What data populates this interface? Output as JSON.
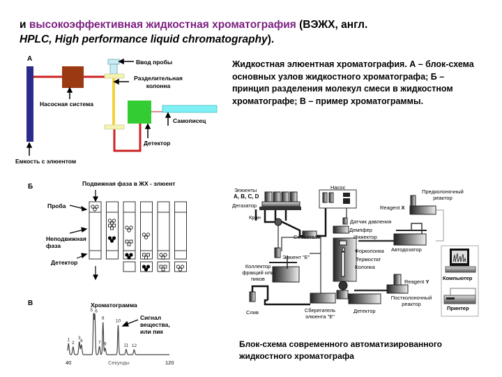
{
  "title": {
    "prefix": "и ",
    "accent_text": "высокоэффективная жидкостная хроматография",
    "suffix": " (ВЭЖХ, англ.",
    "line2_italic": "HPLC, High performance liquid chromatography",
    "line2_end": ").",
    "accent_color": "#7a1f7f"
  },
  "caption_right": "Жидкостная элюентная хроматография. А – блок-схема основных узлов жидкостного хроматографа; Б – принцип разделения молекул смеси в жидкостном хроматографе; В – пример хроматограммы.",
  "caption_bottom": "Блок-схема современного автоматизированного жидкостного хроматографа",
  "panel_a": {
    "letter": "А",
    "labels": {
      "sample_input": "Ввод пробы",
      "column": "Разделительная колонна",
      "pump": "Насосная система",
      "recorder": "Самописец",
      "detector": "Детектор",
      "reservoir": "Емкость с элюентом"
    },
    "colors": {
      "reservoir": "#2b2b8c",
      "pump": "#9b3a12",
      "tubing": "#cc2222",
      "column": "#f2d23a",
      "detector": "#33cc33",
      "recorder": "#7ff0f5",
      "injector": "#c9ecf5",
      "fitting": "#f4f4b0"
    }
  },
  "panel_b": {
    "letter": "Б",
    "header": "Подвижная фаза в ЖХ - элюент",
    "labels": {
      "sample": "Проба",
      "stationary": "Неподвижная фаза",
      "detector": "Детектор"
    },
    "column_count": 6
  },
  "panel_c": {
    "letter": "В",
    "title": "Хроматограмма",
    "annotation": "Сигнал вещества, или пик",
    "x_label": "Секунды",
    "x_min_label": "40",
    "x_max_label": "120"
  },
  "chart_data": {
    "type": "line",
    "title": "Хроматограмма",
    "xlabel": "Секунды",
    "ylabel": "",
    "xlim": [
      40,
      120
    ],
    "ylim": [
      0,
      1
    ],
    "peaks": [
      {
        "label": "1",
        "x": 40.7,
        "height": 0.27
      },
      {
        "label": "2",
        "x": 44.3,
        "height": 0.19
      },
      {
        "label": "3",
        "x": 49.2,
        "height": 0.31
      },
      {
        "label": "4",
        "x": 50.8,
        "height": 0.24
      },
      {
        "label": "5",
        "x": 60.4,
        "height": 1.0
      },
      {
        "label": "6",
        "x": 61.4,
        "height": 0.97
      },
      {
        "label": "7",
        "x": 65.0,
        "height": 0.2
      },
      {
        "label": "8",
        "x": 67.8,
        "height": 0.8
      },
      {
        "label": "9",
        "x": 69.5,
        "height": 0.16
      },
      {
        "label": "10",
        "x": 79.7,
        "height": 0.73
      },
      {
        "label": "11",
        "x": 86.0,
        "height": 0.13
      },
      {
        "label": "12",
        "x": 92.3,
        "height": 0.12
      }
    ],
    "annotation": "Сигнал вещества, или пик"
  },
  "schematic": {
    "labels": {
      "eluents": "Элюенты",
      "eluents_abcd": "A, B, C, D",
      "degasser": "Дегазатор",
      "valve": "Кран",
      "mixer": "Смеситель",
      "pump": "Насос",
      "pressure_sensor": "Датчик давления",
      "damper": "Демпфер",
      "injector": "Инжектор",
      "precolumn": "Форколонка",
      "thermostat": "Термостат",
      "column": "Колонка",
      "autosampler": "Автодозатор",
      "reagent_x_prefix": "Reagent ",
      "reagent_x": "X",
      "precolumn_reactor": "Предколоночный реактор",
      "eluent_e": "Элюент \"E\"",
      "fraction_collector": "Коллектор фракций или пиков",
      "drain": "Слив",
      "eluent_saver": "Сберегатель элюента \"E\"",
      "detector": "Детектор",
      "reagent_y_prefix": "Reagent ",
      "reagent_y": "Y",
      "postcolumn_reactor": "Постколоночный реактор",
      "computer": "Компьютер",
      "printer": "Принтер"
    }
  }
}
